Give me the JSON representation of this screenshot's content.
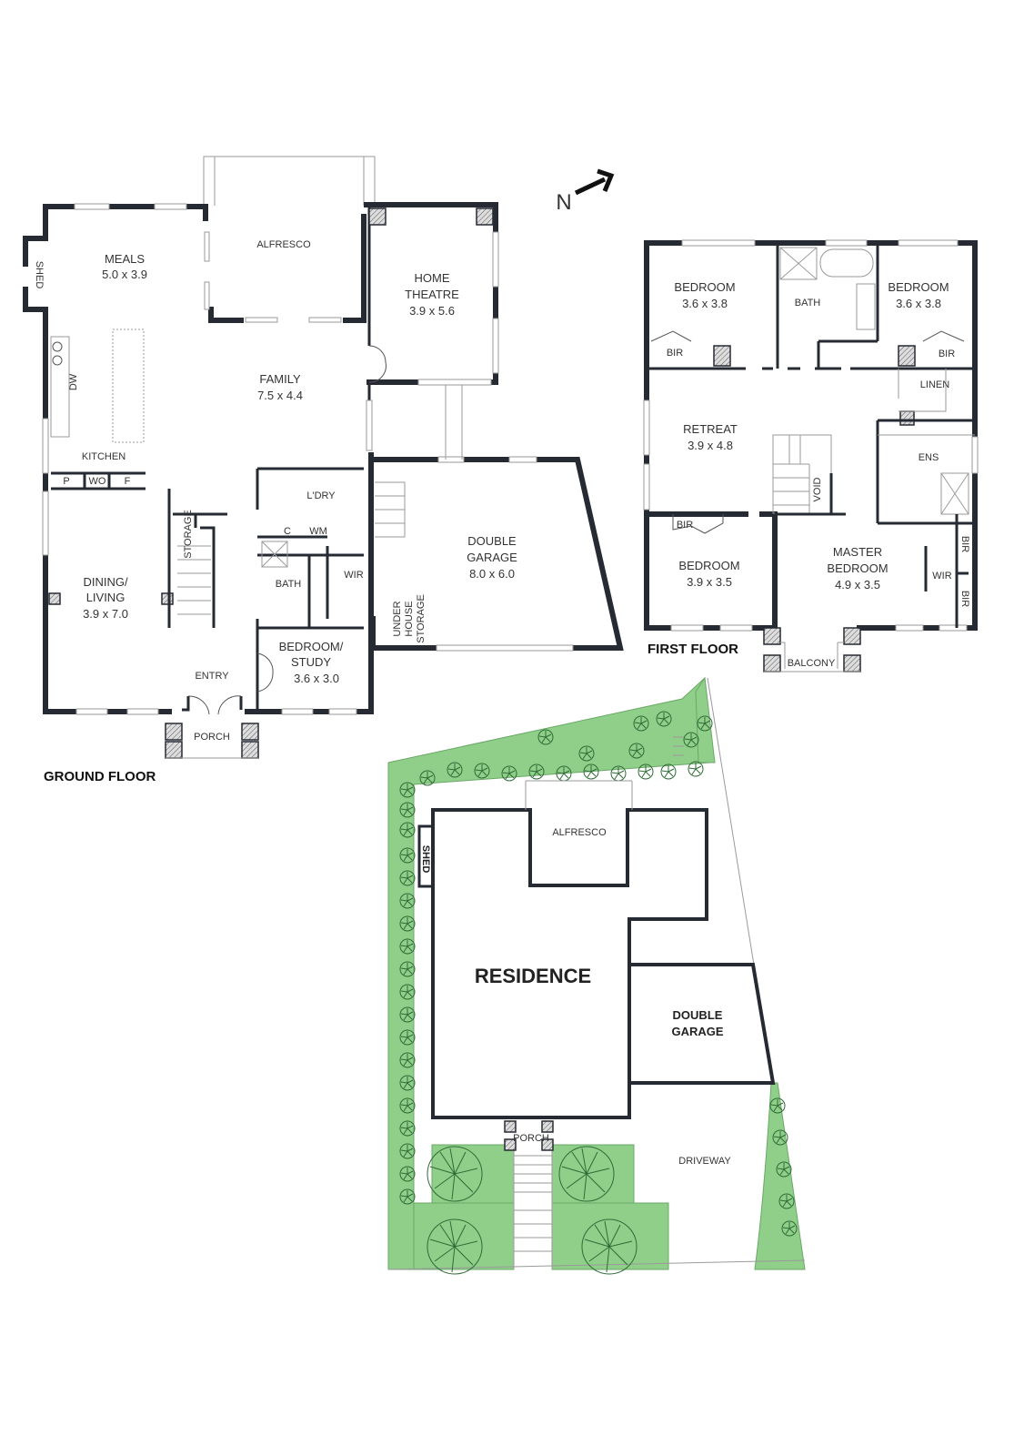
{
  "compass": {
    "label": "N"
  },
  "ground_floor": {
    "title": "GROUND FLOOR",
    "rooms": {
      "meals": {
        "name": "MEALS",
        "size": "5.0 x 3.9"
      },
      "alfresco": {
        "name": "ALFRESCO"
      },
      "home_theatre": {
        "name1": "HOME",
        "name2": "THEATRE",
        "size": "3.9 x 5.6"
      },
      "family": {
        "name": "FAMILY",
        "size": "7.5 x 4.4"
      },
      "kitchen": {
        "name": "KITCHEN"
      },
      "shed": {
        "name": "SHED"
      },
      "dw": {
        "name": "DW"
      },
      "pantry": {
        "name": "P"
      },
      "wo": {
        "name": "WO"
      },
      "fridge": {
        "name": "F"
      },
      "dining_living": {
        "name1": "DINING/",
        "name2": "LIVING",
        "size": "3.9 x 7.0"
      },
      "storage": {
        "name": "STORAGE"
      },
      "laundry": {
        "name": "L'DRY"
      },
      "cupboard": {
        "name": "C"
      },
      "wm": {
        "name": "WM"
      },
      "bath": {
        "name": "BATH"
      },
      "wir": {
        "name": "WIR"
      },
      "bedroom_study": {
        "name1": "BEDROOM/",
        "name2": "STUDY",
        "size": "3.6 x 3.0"
      },
      "entry": {
        "name": "ENTRY"
      },
      "porch": {
        "name": "PORCH"
      },
      "double_garage": {
        "name1": "DOUBLE",
        "name2": "GARAGE",
        "size": "8.0 x 6.0"
      },
      "under_house_storage": {
        "l1": "UNDER",
        "l2": "HOUSE",
        "l3": "STORAGE"
      }
    }
  },
  "first_floor": {
    "title": "FIRST FLOOR",
    "rooms": {
      "bedroom_nw": {
        "name": "BEDROOM",
        "size": "3.6 x 3.8"
      },
      "bath": {
        "name": "BATH"
      },
      "bedroom_ne": {
        "name": "BEDROOM",
        "size": "3.6 x 3.8"
      },
      "bir_nw": {
        "name": "BIR"
      },
      "bir_ne": {
        "name": "BIR"
      },
      "linen": {
        "name": "LINEN"
      },
      "retreat": {
        "name": "RETREAT",
        "size": "3.9 x 4.8"
      },
      "void": {
        "name": "VOID"
      },
      "ens": {
        "name": "ENS"
      },
      "bir_sw": {
        "name": "BIR"
      },
      "bedroom_sw": {
        "name": "BEDROOM",
        "size": "3.9 x 3.5"
      },
      "master_bedroom": {
        "name1": "MASTER",
        "name2": "BEDROOM",
        "size": "4.9 x 3.5"
      },
      "wir": {
        "name": "WIR"
      },
      "bir_m1": {
        "name": "BIR"
      },
      "bir_m2": {
        "name": "BIR"
      },
      "balcony": {
        "name": "BALCONY"
      }
    }
  },
  "site_plan": {
    "residence": "RESIDENCE",
    "alfresco": "ALFRESCO",
    "shed": "SHED",
    "garage1": "DOUBLE",
    "garage2": "GARAGE",
    "porch": "PORCH",
    "driveway": "DRIVEWAY"
  },
  "colors": {
    "wall": "#262b33",
    "garden": "#8fcf8a",
    "tree_outline": "#2f6b35",
    "background": "#ffffff"
  }
}
